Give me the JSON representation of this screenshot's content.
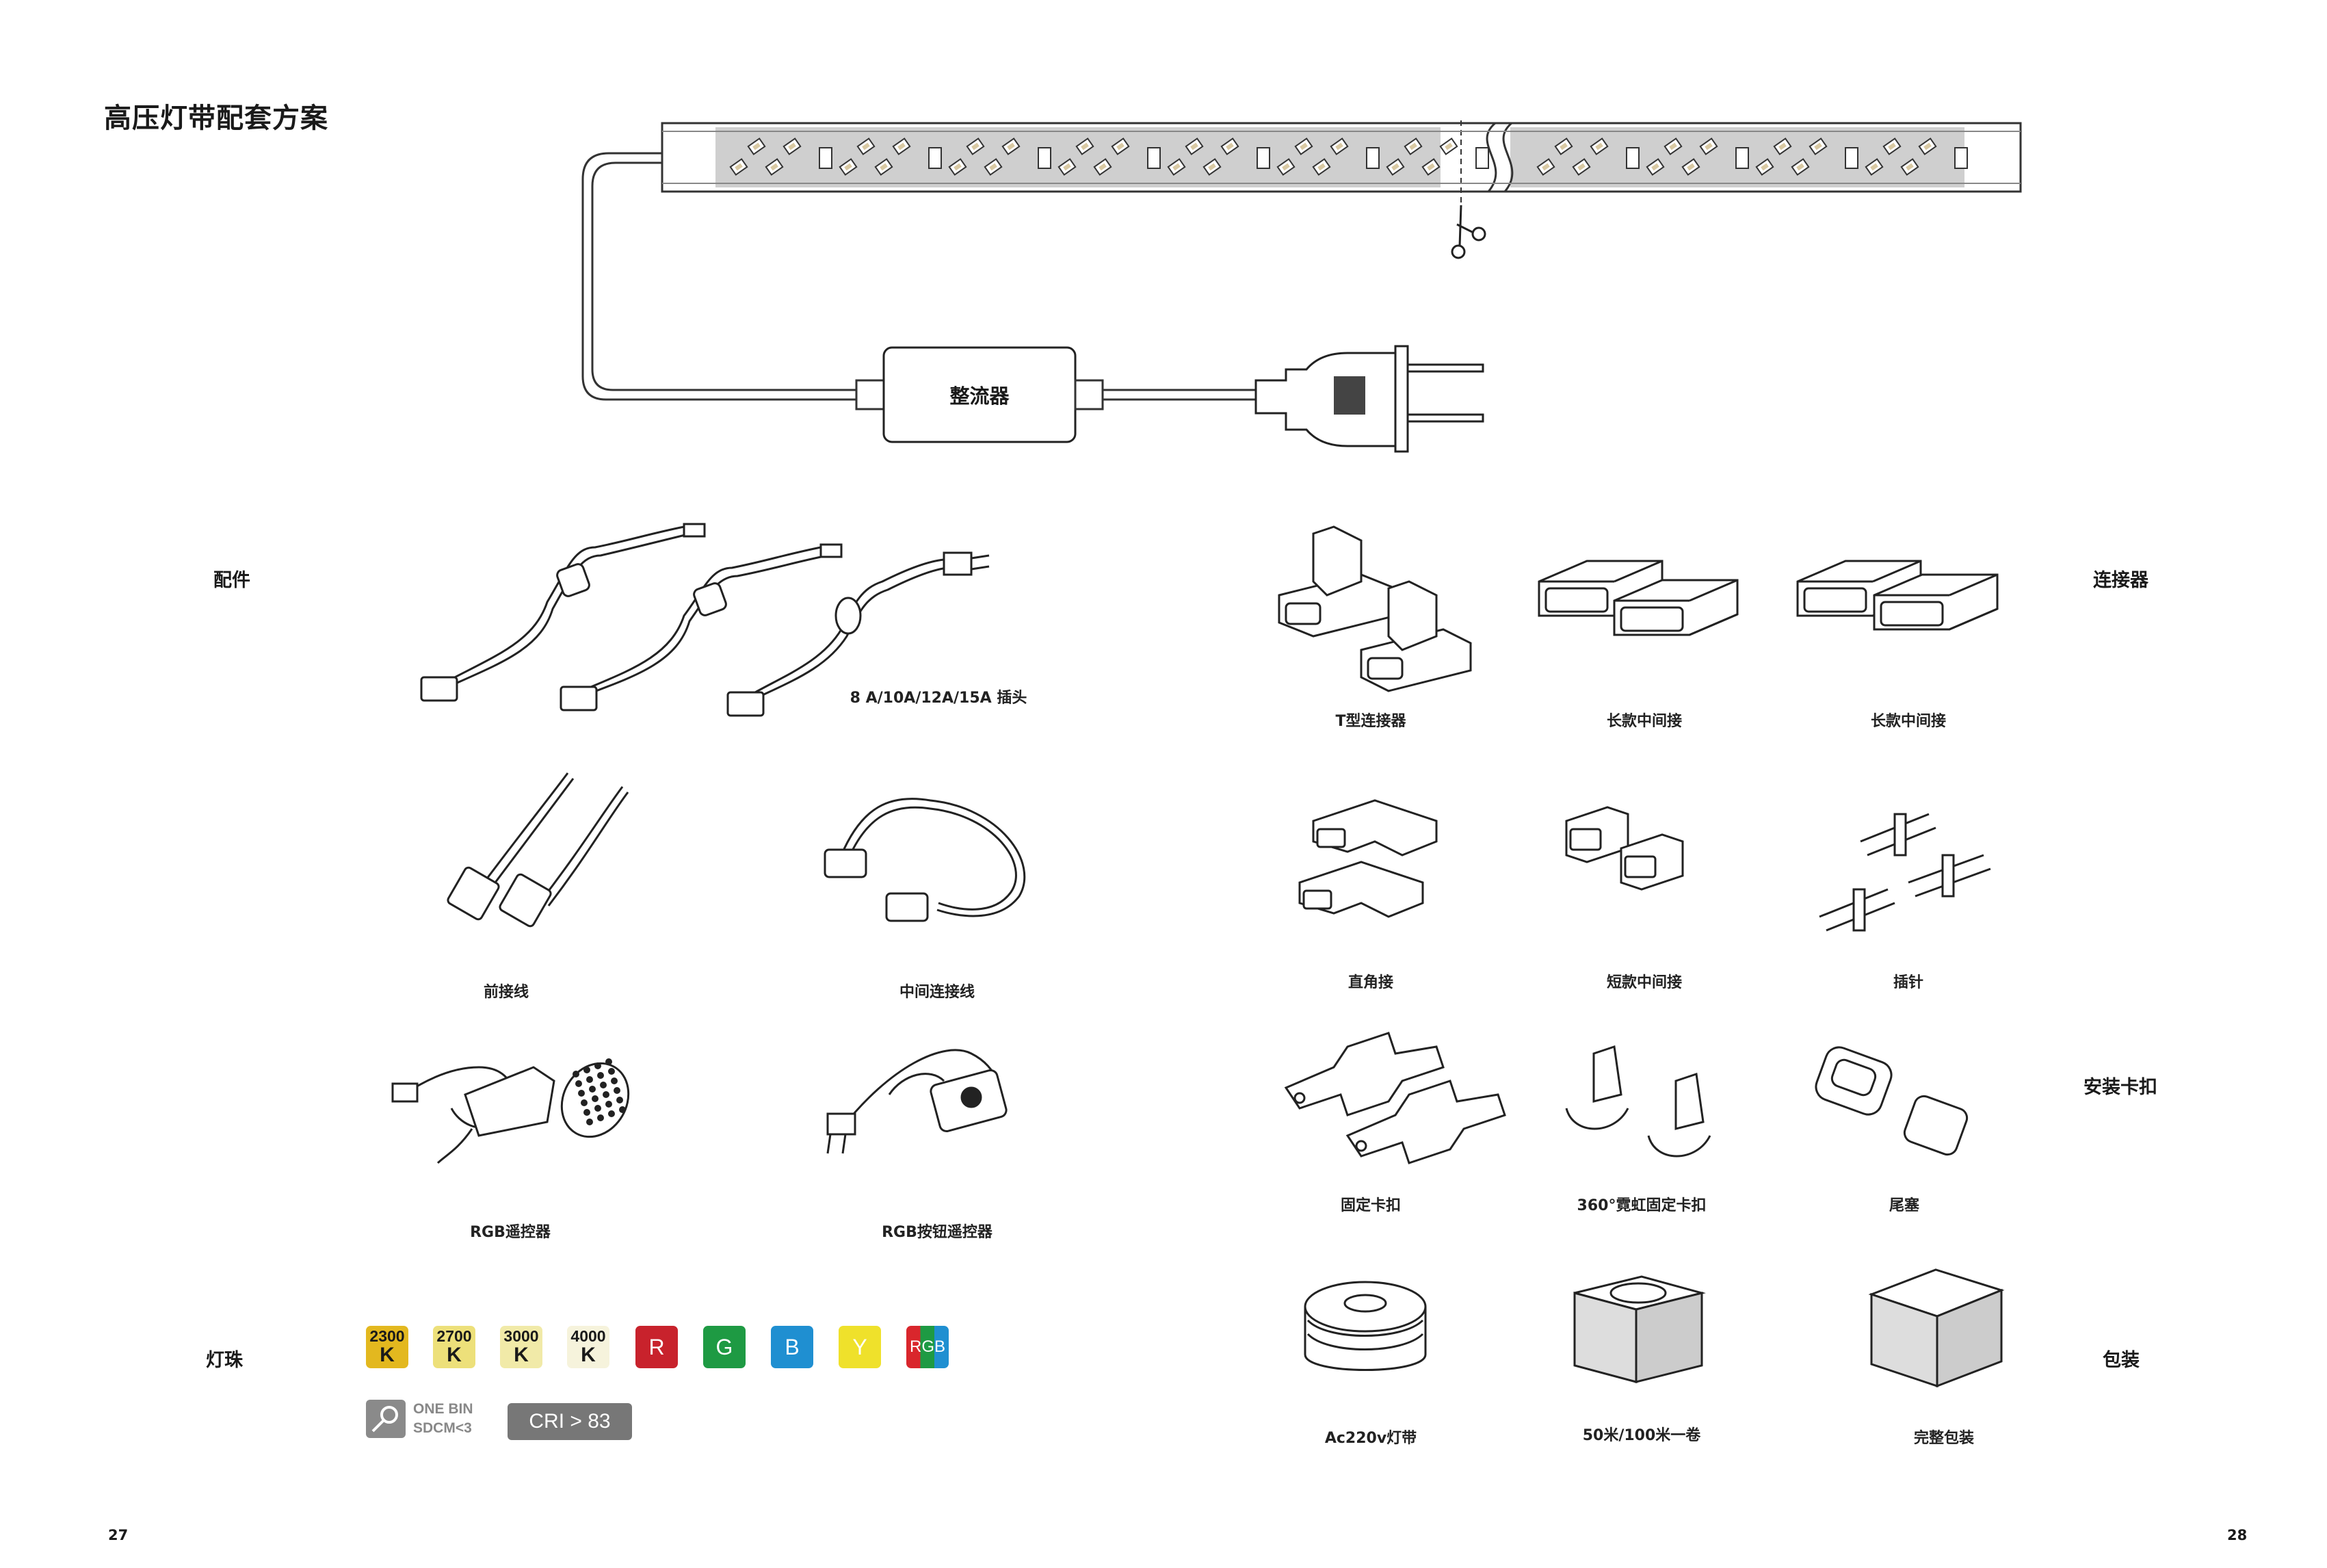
{
  "page_title": "高压灯带配套方案",
  "driver_label": "整流器",
  "sections": {
    "accessories": "配件",
    "connectors": "连接器",
    "mounting": "安装卡扣",
    "beads": "灯珠",
    "packaging": "包装"
  },
  "accessory_items": {
    "plug": "8 A/10A/12A/15A 插头",
    "front_wire": "前接线",
    "middle_wire": "中间连接线",
    "rgb_remote": "RGB遥控器",
    "rgb_button_remote": "RGB按钮遥控器"
  },
  "connector_items": {
    "t_connector": "T型连接器",
    "long_middle_1": "长款中间接",
    "long_middle_2": "长款中间接",
    "right_angle": "直角接",
    "short_middle": "短款中间接",
    "pin": "插针"
  },
  "mounting_items": {
    "fixed_clip": "固定卡扣",
    "neon_clip": "360°霓虹固定卡扣",
    "end_cap": "尾塞"
  },
  "packaging_items": {
    "strip": "Ac220v灯带",
    "roll": "50米/100米一卷",
    "box": "完整包装"
  },
  "beads": [
    {
      "top": "2300",
      "bottom": "K",
      "color": "#e3b81f",
      "text_color": "#1a1a1a"
    },
    {
      "top": "2700",
      "bottom": "K",
      "color": "#ede07a",
      "text_color": "#1a1a1a"
    },
    {
      "top": "3000",
      "bottom": "K",
      "color": "#f1eaa8",
      "text_color": "#1a1a1a"
    },
    {
      "top": "4000",
      "bottom": "K",
      "color": "#f6f3dc",
      "text_color": "#1a1a1a"
    },
    {
      "top": "R",
      "color": "#c8222c",
      "text_color": "#ffffff"
    },
    {
      "top": "G",
      "color": "#1e9a43",
      "text_color": "#ffffff"
    },
    {
      "top": "B",
      "color": "#1f8fd1",
      "text_color": "#ffffff"
    },
    {
      "top": "Y",
      "color": "#efe12b",
      "text_color": "#ffffff"
    },
    {
      "top": "RGB",
      "color": "rgb",
      "text_color": "#ffffff"
    }
  ],
  "one_bin": {
    "line1": "ONE BIN",
    "line2": "SDCM<3",
    "icon": "binning-icon"
  },
  "cri": "CRI > 83",
  "page_left": "27",
  "page_right": "28"
}
